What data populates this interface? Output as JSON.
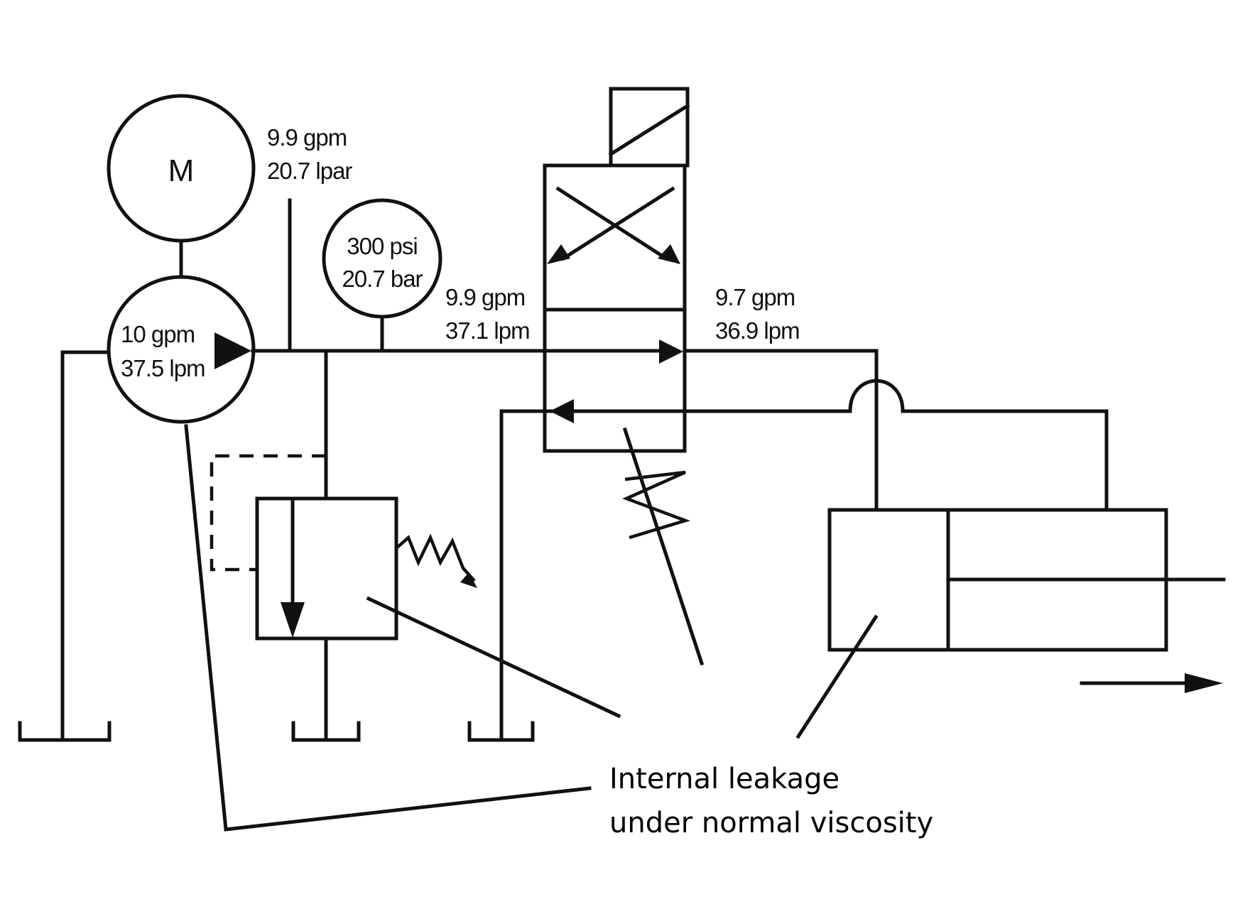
{
  "motor": {
    "label": "M"
  },
  "pump": {
    "flow_gpm": "10 gpm",
    "flow_lpm": "37.5 lpm"
  },
  "pump_outlet": {
    "flow_gpm": "9.9 gpm",
    "flow_unit2": "20.7 lpar"
  },
  "pressure_gauge": {
    "psi": "300 psi",
    "bar": "20.7 bar"
  },
  "valve_inlet": {
    "flow_gpm": "9.9 gpm",
    "flow_lpm": "37.1 lpm"
  },
  "valve_outlet": {
    "flow_gpm": "9.7 gpm",
    "flow_lpm": "36.9 lpm"
  },
  "annotation": {
    "line1": "Internal leakage",
    "line2": "under normal viscosity"
  }
}
